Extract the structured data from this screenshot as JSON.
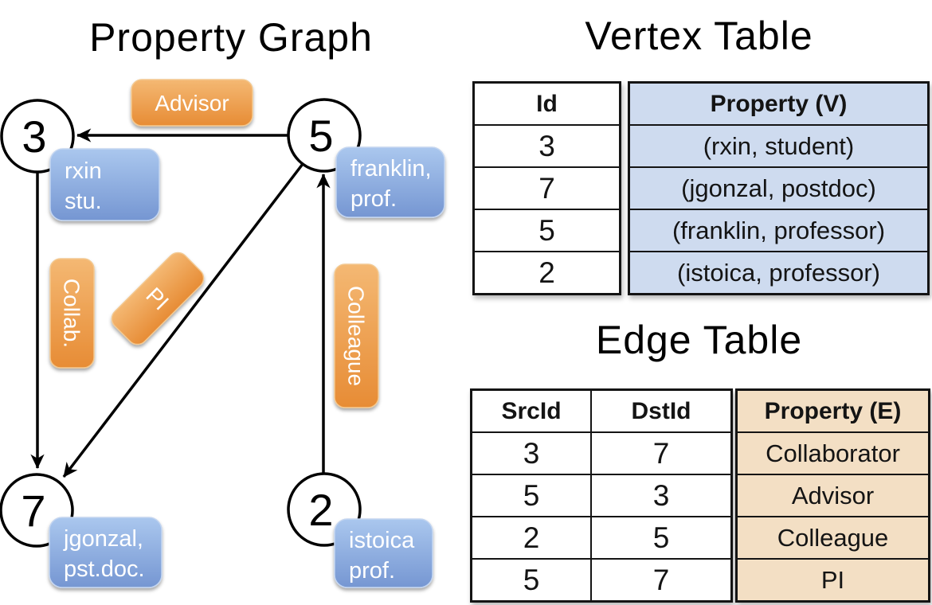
{
  "graph": {
    "title": "Property Graph",
    "vertices": [
      {
        "id": "3",
        "line1": "rxin",
        "line2": "stu."
      },
      {
        "id": "5",
        "line1": "franklin,",
        "line2": "prof."
      },
      {
        "id": "7",
        "line1": "jgonzal,",
        "line2": "pst.doc."
      },
      {
        "id": "2",
        "line1": "istoica",
        "line2": "prof."
      }
    ],
    "edges": [
      {
        "label": "Advisor",
        "from": "5",
        "to": "3"
      },
      {
        "label": "Collab.",
        "from": "3",
        "to": "7"
      },
      {
        "label": "PI",
        "from": "5",
        "to": "7"
      },
      {
        "label": "Colleague",
        "from": "2",
        "to": "5"
      }
    ]
  },
  "vertex_table": {
    "title": "Vertex Table",
    "id_header": "Id",
    "property_header": "Property (V)",
    "rows": [
      {
        "id": "3",
        "property": "(rxin, student)"
      },
      {
        "id": "7",
        "property": "(jgonzal, postdoc)"
      },
      {
        "id": "5",
        "property": "(franklin, professor)"
      },
      {
        "id": "2",
        "property": "(istoica, professor)"
      }
    ]
  },
  "edge_table": {
    "title": "Edge Table",
    "src_header": "SrcId",
    "dst_header": "DstId",
    "property_header": "Property (E)",
    "rows": [
      {
        "src": "3",
        "dst": "7",
        "property": "Collaborator"
      },
      {
        "src": "5",
        "dst": "3",
        "property": "Advisor"
      },
      {
        "src": "2",
        "dst": "5",
        "property": "Colleague"
      },
      {
        "src": "5",
        "dst": "7",
        "property": "PI"
      }
    ]
  },
  "colors": {
    "vertex_property_fill": "#cedbef",
    "edge_property_fill": "#f3dfc4",
    "node_fill": "#ffffff",
    "node_stroke": "#000000",
    "edge_label_gradient_top": "#f4b873",
    "edge_label_gradient_bottom": "#e78c35",
    "vertex_label_gradient_top": "#aac7ee",
    "vertex_label_gradient_bottom": "#7596d2",
    "label_text": "#ffffff",
    "table_border": "#141414"
  }
}
